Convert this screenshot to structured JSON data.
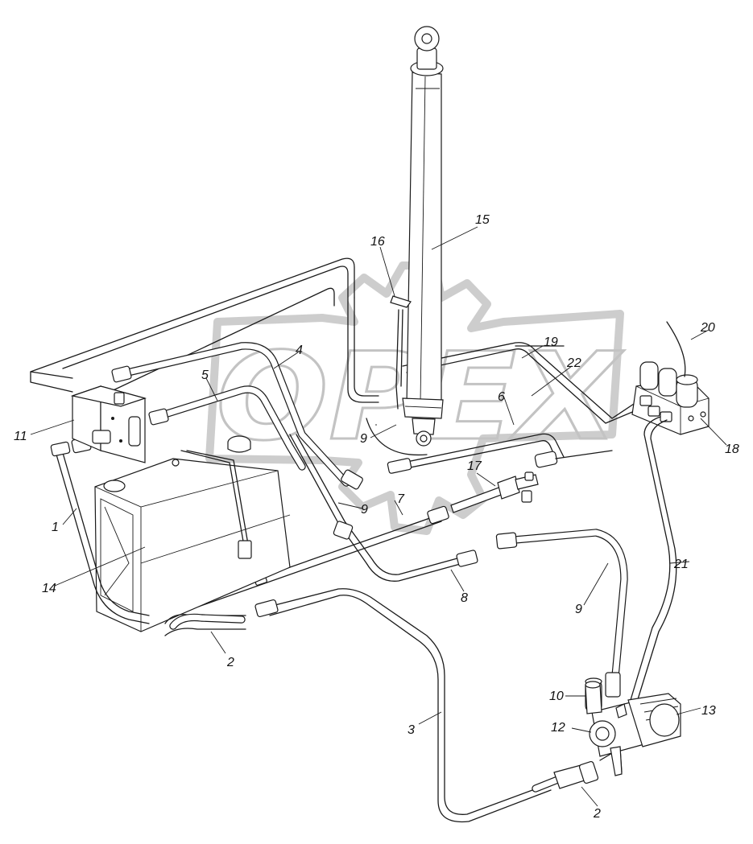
{
  "watermark": {
    "text": "OPEX",
    "color": "#c8c8c8"
  },
  "callouts": [
    {
      "id": "c1",
      "text": "1"
    },
    {
      "id": "c2a",
      "text": "2"
    },
    {
      "id": "c2b",
      "text": "2"
    },
    {
      "id": "c3",
      "text": "3"
    },
    {
      "id": "c4",
      "text": "4"
    },
    {
      "id": "c5",
      "text": "5"
    },
    {
      "id": "c6",
      "text": "6"
    },
    {
      "id": "c7",
      "text": "7"
    },
    {
      "id": "c8",
      "text": "8"
    },
    {
      "id": "c9a",
      "text": "9"
    },
    {
      "id": "c9b",
      "text": "9"
    },
    {
      "id": "c9c",
      "text": "9"
    },
    {
      "id": "c10",
      "text": "10"
    },
    {
      "id": "c11",
      "text": "11"
    },
    {
      "id": "c12",
      "text": "12"
    },
    {
      "id": "c13",
      "text": "13"
    },
    {
      "id": "c14",
      "text": "14"
    },
    {
      "id": "c15",
      "text": "15"
    },
    {
      "id": "c16",
      "text": "16"
    },
    {
      "id": "c17",
      "text": "17"
    },
    {
      "id": "c18",
      "text": "18"
    },
    {
      "id": "c19",
      "text": "19"
    },
    {
      "id": "c20",
      "text": "20"
    },
    {
      "id": "c21",
      "text": "21"
    },
    {
      "id": "c22",
      "text": "22"
    }
  ]
}
